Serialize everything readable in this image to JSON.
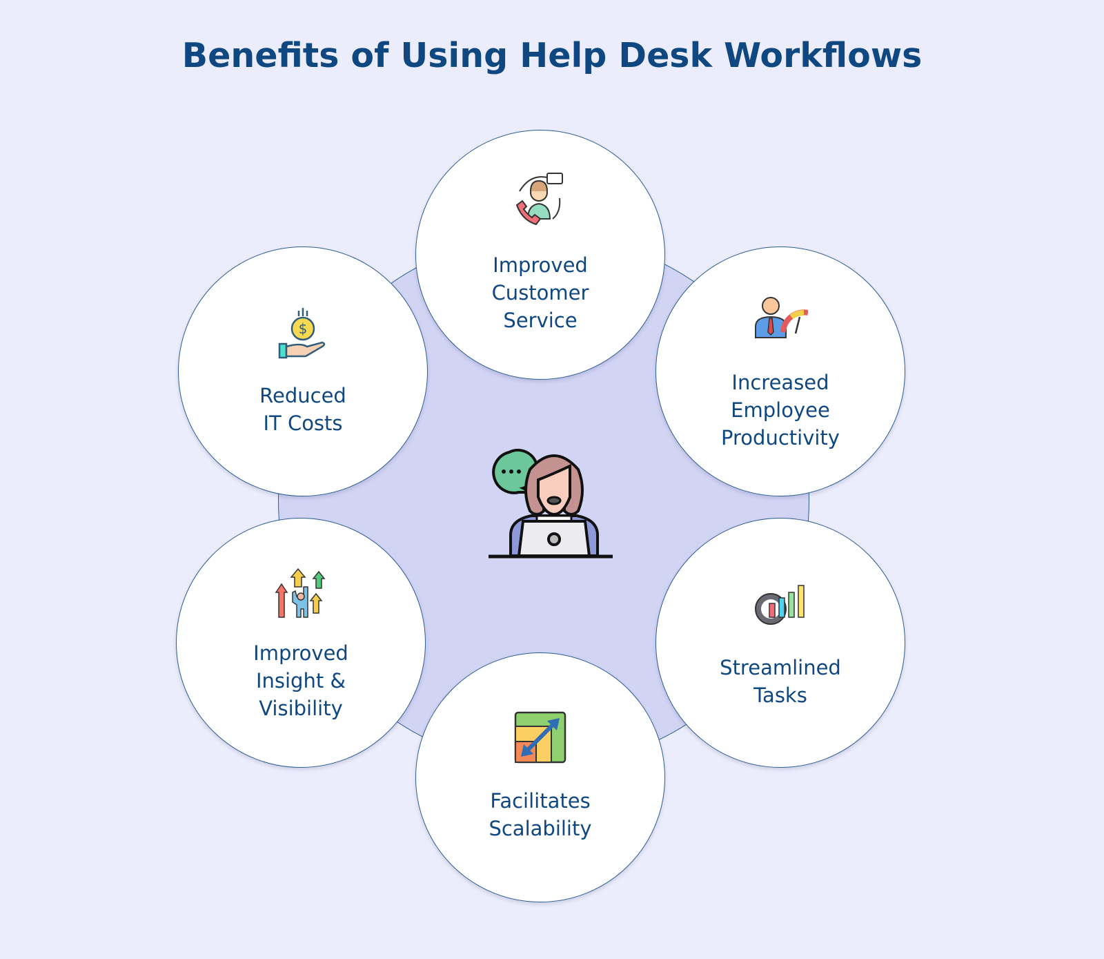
{
  "title": "Benefits of Using Help Desk Workflows",
  "center": {
    "icon": "help-desk-agent-with-laptop-icon"
  },
  "benefits": [
    {
      "label": "Improved\nCustomer\nService",
      "icon": "customer-support-call-icon"
    },
    {
      "label": "Increased\nEmployee\nProductivity",
      "icon": "employee-performance-gauge-icon"
    },
    {
      "label": "Streamlined\nTasks",
      "icon": "gear-bar-chart-icon"
    },
    {
      "label": "Facilitates\nScalability",
      "icon": "resize-scale-arrow-icon"
    },
    {
      "label": "Improved\nInsight &\nVisibility",
      "icon": "growth-arrows-person-icon"
    },
    {
      "label": "Reduced\nIT Costs",
      "icon": "hand-holding-coin-icon"
    }
  ],
  "colors": {
    "background": "#ecedfc",
    "center_disc": "#d2d4f4",
    "outline": "#2b5d93",
    "text": "#0f4780"
  }
}
